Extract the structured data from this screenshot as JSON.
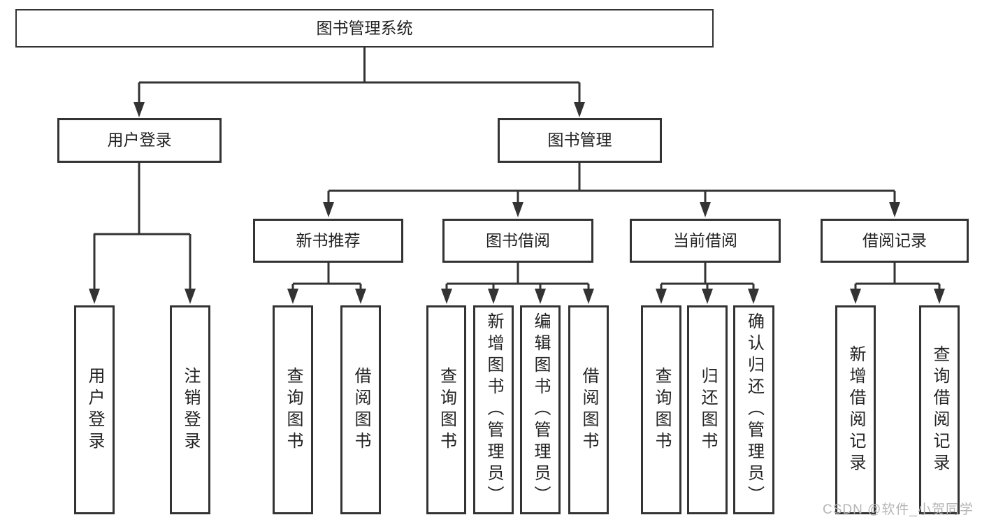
{
  "tree": {
    "label": "图书管理系统",
    "children": [
      {
        "label": "用户登录",
        "children": [
          {
            "label": "用户登录"
          },
          {
            "label": "注销登录"
          }
        ]
      },
      {
        "label": "图书管理",
        "children": [
          {
            "label": "新书推荐",
            "children": [
              {
                "label": "查询图书"
              },
              {
                "label": "借阅图书"
              }
            ]
          },
          {
            "label": "图书借阅",
            "children": [
              {
                "label": "查询图书"
              },
              {
                "label": "新增图书（管理员）"
              },
              {
                "label": "编辑图书（管理员）"
              },
              {
                "label": "借阅图书"
              }
            ]
          },
          {
            "label": "当前借阅",
            "children": [
              {
                "label": "查询图书"
              },
              {
                "label": "归还图书"
              },
              {
                "label": "确认归还（管理员）"
              }
            ]
          },
          {
            "label": "借阅记录",
            "children": [
              {
                "label": "新增借阅记录"
              },
              {
                "label": "查询借阅记录"
              }
            ]
          }
        ]
      }
    ]
  },
  "watermark": {
    "text": "CSDN @软件_小贺同学"
  },
  "colors": {
    "line": "#333333",
    "box_border": "#333333",
    "text": "#222222",
    "watermark": "#b5b5b5",
    "background": "#ffffff"
  }
}
